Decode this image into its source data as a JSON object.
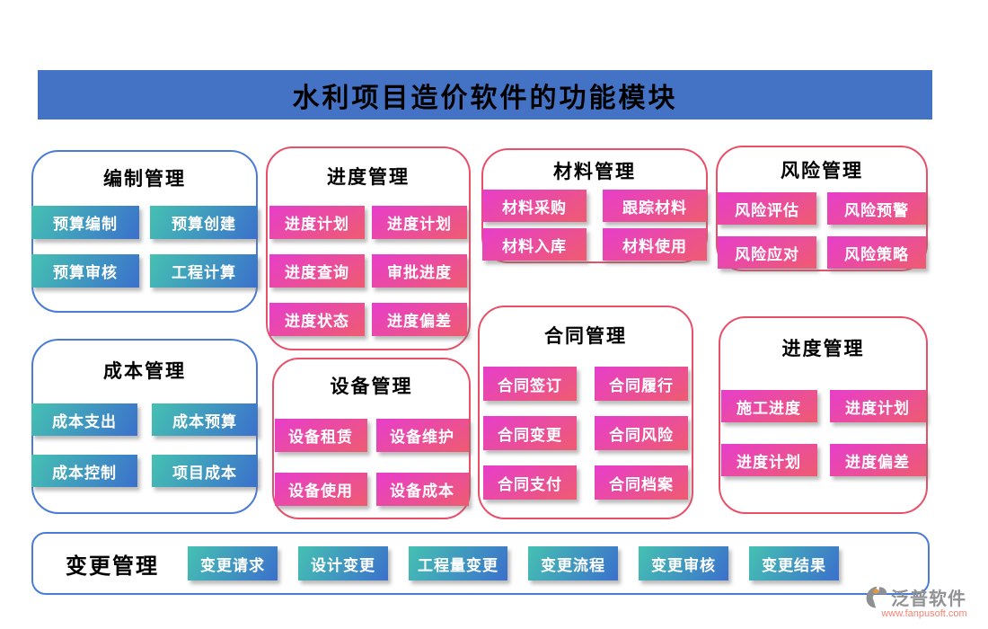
{
  "banner": {
    "title": "水利项目造价软件的功能模块"
  },
  "modules": [
    {
      "title": "编制管理",
      "theme": "blue",
      "buttons": [
        "预算编制",
        "预算创建",
        "预算审核",
        "工程计算"
      ]
    },
    {
      "title": "进度管理",
      "theme": "pink",
      "buttons": [
        "进度计划",
        "进度计划",
        "进度查询",
        "审批进度",
        "进度状态",
        "进度偏差"
      ]
    },
    {
      "title": "材料管理",
      "theme": "pink",
      "buttons": [
        "材料采购",
        "跟踪材料",
        "材料入库",
        "材料使用"
      ]
    },
    {
      "title": "风险管理",
      "theme": "pink",
      "buttons": [
        "风险评估",
        "风险预警",
        "风险应对",
        "风险策略"
      ]
    },
    {
      "title": "成本管理",
      "theme": "blue",
      "buttons": [
        "成本支出",
        "成本预算",
        "成本控制",
        "项目成本"
      ]
    },
    {
      "title": "设备管理",
      "theme": "pink",
      "buttons": [
        "设备租赁",
        "设备维护",
        "设备使用",
        "设备成本"
      ]
    },
    {
      "title": "合同管理",
      "theme": "pink",
      "buttons": [
        "合同签订",
        "合同履行",
        "合同变更",
        "合同风险",
        "合同支付",
        "合同档案"
      ]
    },
    {
      "title": "进度管理",
      "theme": "pink",
      "buttons": [
        "施工进度",
        "进度计划",
        "进度计划",
        "进度偏差"
      ]
    }
  ],
  "change_bar": {
    "title": "变更管理",
    "buttons": [
      "变更请求",
      "设计变更",
      "工程量变更",
      "变更流程",
      "变更审核",
      "变更结果"
    ]
  },
  "logo": {
    "name": "泛普软件",
    "url": "www.fanpusoft.com"
  },
  "colors": {
    "banner-bg": "#4472c4",
    "blue-border": "#4a7cd6",
    "pink-border": "#e8506a",
    "teal-grad-a": "#45c1b2",
    "teal-grad-b": "#3b70cc",
    "pink-grad-a": "#e73fc7",
    "pink-grad-b": "#ee5a74",
    "logo-gray": "#909294",
    "logo-orange": "#e8963d",
    "logo-url": "#ef8576"
  }
}
